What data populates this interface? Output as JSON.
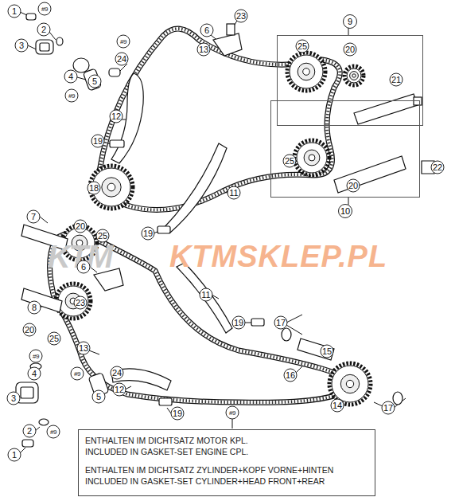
{
  "diagram": {
    "nodes": [
      {
        "text": [
          "9"
        ]
      },
      {
        "text": [
          "10"
        ]
      },
      {
        "text": [
          "ENTHALTEN IM DICHTSATZ MOTOR KPL.",
          "INCLUDED IN GASKET-SET ENGINE CPL.",
          "ENTHALTEN IM DICHTSATZ ZYLINDER+KOPF VORNE+HINTEN",
          "INCLUDED IN GASKET-SET CYLINDER+HEAD FRONT+REAR"
        ]
      }
    ],
    "labels": [
      "1",
      "#9",
      "2",
      "3",
      "#9",
      "24",
      "4",
      "5",
      "#9",
      "6",
      "23",
      "13",
      "25",
      "20",
      "21",
      "12",
      "19",
      "25",
      "20",
      "22",
      "18",
      "11",
      "19",
      "7",
      "20",
      "25",
      "KTM",
      "KTMSKLEP.PL",
      "6",
      "23",
      "8",
      "11",
      "19",
      "17",
      "20",
      "25",
      "13",
      "15",
      "#9",
      "4",
      "#9",
      "24",
      "16",
      "12",
      "5",
      "3",
      "14",
      "17",
      "19",
      "#9",
      "2",
      "#9",
      "1"
    ]
  }
}
